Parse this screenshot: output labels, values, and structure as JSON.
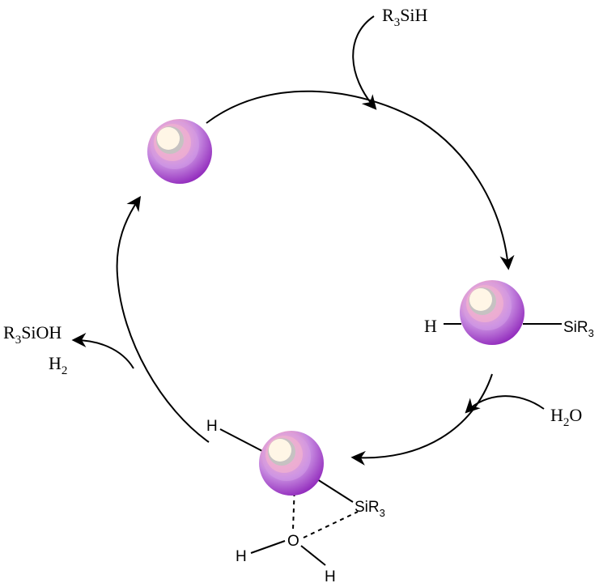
{
  "reagents": {
    "silane": {
      "main": "R",
      "sub": "3",
      "rest": "SiH"
    },
    "water": {
      "main": "H",
      "sub": "2",
      "rest": "O"
    },
    "product_silanol": {
      "main": "R",
      "sub": "3",
      "rest": "SiOH"
    },
    "product_hydrogen": {
      "main": "H",
      "sub": "2",
      "rest": ""
    }
  },
  "intermediate_1": {
    "left_atom": "H",
    "right_group": {
      "main": "SiR",
      "sub": "3"
    }
  },
  "intermediate_2": {
    "hydride": "H",
    "silyl": {
      "main": "SiR",
      "sub": "3"
    },
    "oxygen": "O",
    "water_h1": "H",
    "water_h2": "H"
  },
  "colors": {
    "sphere_outer": "#8b1fb8",
    "sphere_mid": "#c78be0",
    "sphere_pink": "#f0a8c8",
    "sphere_highlight": "#fff6e6",
    "line": "#000000"
  },
  "icons": {
    "catalyst": "metal-nanoparticle-sphere",
    "arrowhead": "filled-arrowhead"
  }
}
